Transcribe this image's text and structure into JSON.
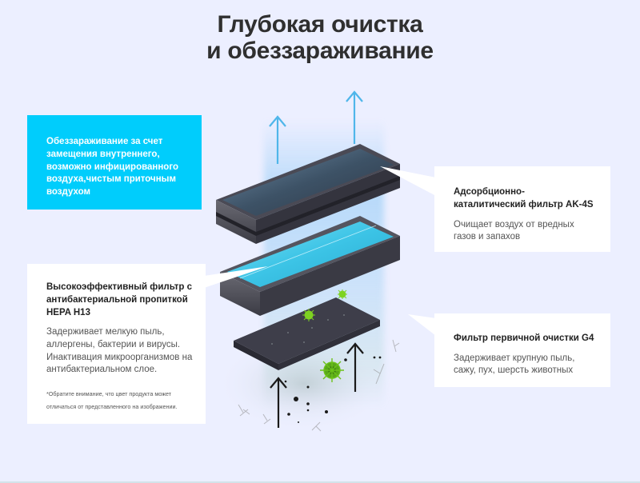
{
  "header": {
    "title_line1": "Глубокая очистка",
    "title_line2": "и обеззараживание"
  },
  "cards": {
    "disinfection": {
      "text": "Обеззараживание за счет замещения внутреннего, возможно инфицированного воздуха,чистым приточным воздухом",
      "background": "#00cdfc"
    },
    "ak4s": {
      "title": "Адсорбционно-каталитический фильтр AK-4S",
      "description": "Очищает воздух от вредных газов и запахов"
    },
    "hepa": {
      "title": "Высокоэффективный фильтр с антибактериальной пропиткой HEPA H13",
      "description": "Задерживает мелкую пыль, аллергены, бактерии и вирусы. Инактивация микроорганизмов на антибактериальном слое.",
      "note": "*Обратите внимание, что цвет продукта может отличаться от представленного на изображении."
    },
    "g4": {
      "title": "Фильтр первичной очистки G4",
      "description": "Задерживает крупную пыль, сажу, пух, шерсть животных"
    }
  },
  "illustration": {
    "layers": [
      "AK-4S",
      "HEPA H13",
      "G4"
    ],
    "arrow_up_clean_color": "#4fb6ea",
    "arrow_up_dirty_color": "#1a1a1a",
    "virus_color": "#7ed321"
  },
  "colors": {
    "background": "#ecefff",
    "accent": "#00cdfc",
    "title": "#2f2f2f"
  }
}
